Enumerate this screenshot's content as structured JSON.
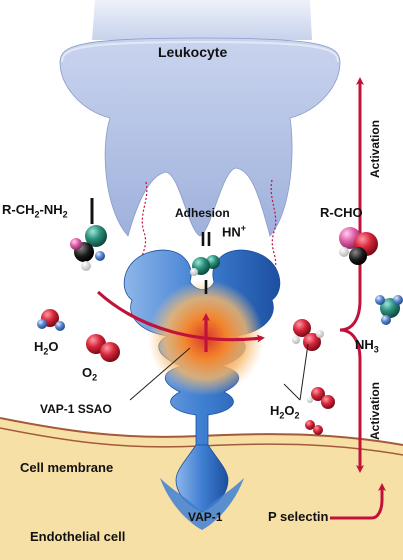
{
  "labels": {
    "leukocyte": "Leukocyte",
    "amine": "R-CH",
    "amine_sub": "2",
    "amine_tail": "-NH",
    "amine_sub2": "2",
    "adhesion": "Adhesion",
    "hn": "HN",
    "hn_sup": "+",
    "aldehyde": "R-CHO",
    "water": "H",
    "water_sub": "2",
    "water_tail": "O",
    "oxygen": "O",
    "oxygen_sub": "2",
    "ammonia": "NH",
    "ammonia_sub": "3",
    "vap_ssao": "VAP-1 SSAO",
    "peroxide": "H",
    "peroxide_sub": "2",
    "peroxide_mid": "O",
    "peroxide_sub2": "2",
    "cell_membrane": "Cell membrane",
    "vap1": "VAP-1",
    "p_selectin": "P selectin",
    "endothelial": "Endothelial cell",
    "activation_top": "Activation",
    "activation_bottom": "Activation"
  },
  "colors": {
    "leukocyte_top": "#dde3f2",
    "leukocyte_body": "#b9c6e6",
    "endothelial": "#f7e0a6",
    "membrane_line": "#a45a3a",
    "enzyme": "#4a88d6",
    "enzyme_dark": "#1f4d9c",
    "active_site": "#f07a2a",
    "arrow": "#c0123a",
    "molecule_red": "#d8263a",
    "molecule_teal": "#2b8f7c",
    "molecule_black": "#1a1a1a",
    "molecule_pink": "#e060a8",
    "molecule_blue": "#5a88d0"
  }
}
